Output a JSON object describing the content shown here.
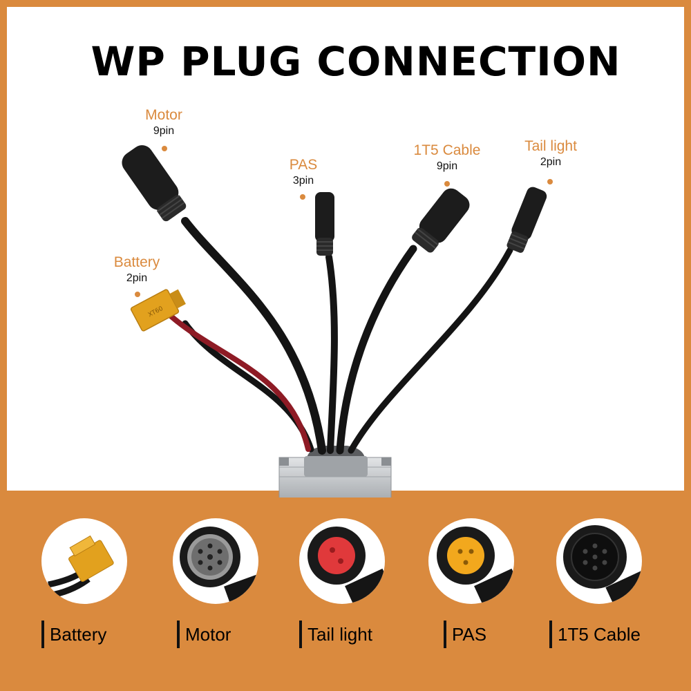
{
  "title": "WP PLUG CONNECTION",
  "callouts": {
    "motor": {
      "name": "Motor",
      "pins": "9pin"
    },
    "battery": {
      "name": "Battery",
      "pins": "2pin"
    },
    "pas": {
      "name": "PAS",
      "pins": "3pin"
    },
    "cable": {
      "name": "1T5 Cable",
      "pins": "9pin"
    },
    "tail": {
      "name": "Tail light",
      "pins": "2pin"
    }
  },
  "bottom_labels": {
    "battery": "Battery",
    "motor": "Motor",
    "tail": "Tail light",
    "pas": "PAS",
    "cable": "1T5 Cable"
  },
  "colors": {
    "accent": "#DA8A3E",
    "cable": "#141414",
    "red_wire": "#8E1B25",
    "xt60_yellow": "#E2A11E",
    "pas_plug_inner": "#F2A81D",
    "tail_plug_inner": "#E0393B",
    "controller": "#C9CCCF"
  },
  "icons": {
    "battery": "xt60-connector-icon",
    "motor": "motor-9pin-plug-icon",
    "tail": "tail-light-2pin-plug-icon",
    "pas": "pas-3pin-plug-icon",
    "cable": "1t5-9pin-plug-icon"
  }
}
